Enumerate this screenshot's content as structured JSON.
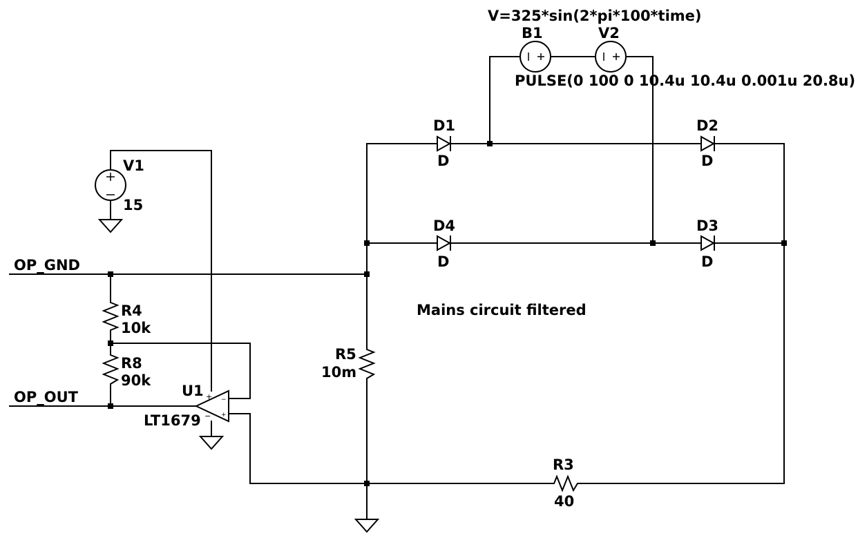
{
  "schematic": {
    "sources": {
      "b1": {
        "name": "B1",
        "value": "V=325*sin(2*pi*100*time)"
      },
      "v2": {
        "name": "V2",
        "value": "PULSE(0 100 0 10.4u 10.4u 0.001u 20.8u)"
      },
      "v1": {
        "name": "V1",
        "value": "15"
      }
    },
    "diodes": [
      {
        "name": "D1",
        "model": "D"
      },
      {
        "name": "D2",
        "model": "D"
      },
      {
        "name": "D3",
        "model": "D"
      },
      {
        "name": "D4",
        "model": "D"
      }
    ],
    "resistors": {
      "r3": {
        "name": "R3",
        "value": "40"
      },
      "r4": {
        "name": "R4",
        "value": "10k"
      },
      "r5": {
        "name": "R5",
        "value": "10m"
      },
      "r8": {
        "name": "R8",
        "value": "90k"
      }
    },
    "opamp": {
      "name": "U1",
      "model": "LT1679"
    },
    "net_labels": {
      "op_gnd": "OP_GND",
      "op_out": "OP_OUT"
    },
    "comment": "Mains circuit filtered"
  }
}
